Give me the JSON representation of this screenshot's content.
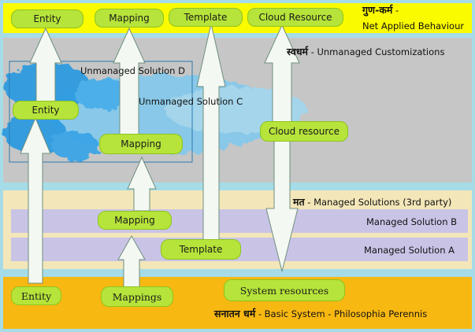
{
  "colors": {
    "top_band": "#fbfb00",
    "custom_band": "#c6c6c6",
    "managed_band": "#f3e6b8",
    "managed_row": "#c9c4e6",
    "base_band": "#f8b812",
    "pill": "#b6e43a",
    "arrow_fill": "#f4f8f2",
    "arrow_stroke": "#6f8f7f",
    "splash": "#3aa9e8"
  },
  "top": {
    "pills": [
      "Entity",
      "Mapping",
      "Template",
      "Cloud Resource"
    ],
    "layer_name": "गुण-कर्म",
    "layer_desc": "Net Applied Behaviour"
  },
  "customizations": {
    "layer_name": "स्वधर्म",
    "layer_desc": "Unmanaged Customizations",
    "solution_d": "Unmanaged Solution D",
    "solution_c": "Unmanaged Solution C",
    "entity_pill": "Entity",
    "mapping_pill": "Mapping",
    "cloud_pill": "Cloud resource"
  },
  "managed": {
    "layer_name": "मत",
    "layer_desc": "Managed Solutions (3rd party)",
    "solution_b": "Managed Solution B",
    "solution_a": "Managed Solution A",
    "mapping_pill": "Mapping",
    "template_pill": "Template"
  },
  "base": {
    "pills": [
      "Entity",
      "Mappings",
      "System resources"
    ],
    "layer_name": "सनातन धर्म",
    "layer_desc": "Basic System - Philosophia Perennis"
  }
}
